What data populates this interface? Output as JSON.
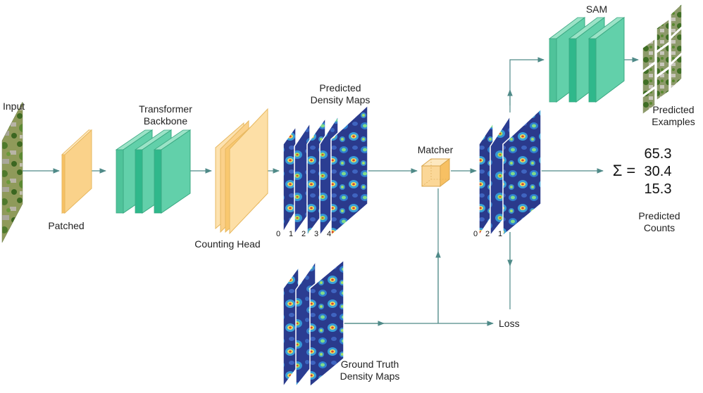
{
  "labels": {
    "input": "Input",
    "patched": "Patched",
    "backbone_line1": "Transformer",
    "backbone_line2": "Backbone",
    "counting_head": "Counting Head",
    "pred_maps_line1": "Predicted",
    "pred_maps_line2": "Density Maps",
    "matcher": "Matcher",
    "sam": "SAM",
    "pred_examples_line1": "Predicted",
    "pred_examples_line2": "Examples",
    "pred_counts_line1": "Predicted",
    "pred_counts_line2": "Counts",
    "loss": "Loss",
    "gt_line1": "Ground Truth",
    "gt_line2": "Density Maps",
    "sum_symbol": "Σ =",
    "pred_map_indices": [
      "0",
      "1",
      "2",
      "3",
      "4"
    ],
    "matched_map_indices": [
      "0",
      "2",
      "1"
    ]
  },
  "counts": [
    "65.3",
    "30.4",
    "15.3"
  ],
  "colors": {
    "teal": "#5ecda9",
    "teal_dark": "#2fb88b",
    "orange": "#fbd797",
    "orange_dark": "#f7c063",
    "arrow": "#4f8a88"
  }
}
